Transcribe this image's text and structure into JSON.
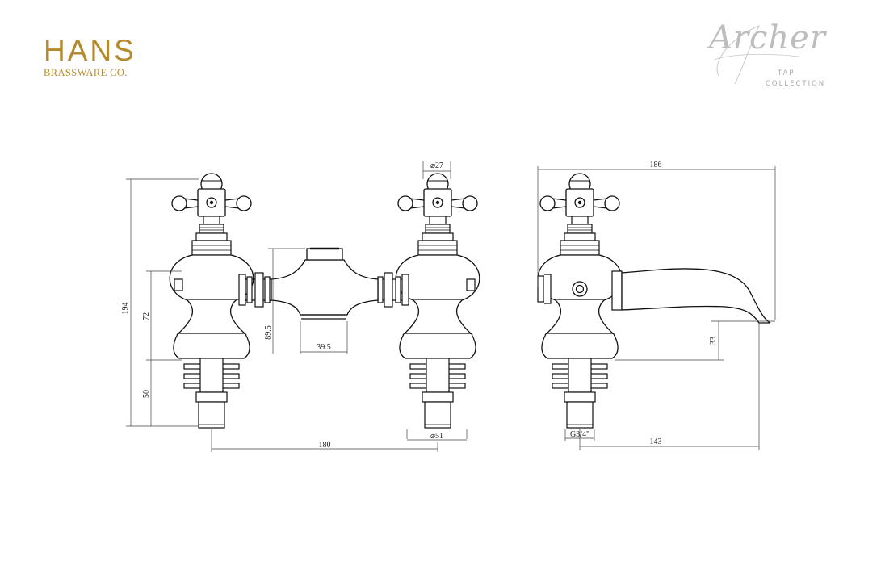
{
  "brand": {
    "name": "HANS",
    "subtitle": "BRASSWARE CO.",
    "color": "#b58a2c"
  },
  "collection": {
    "script_name": "Archer",
    "line1": "TAP",
    "line2": "COLLECTION"
  },
  "dimensions": {
    "d194": "194",
    "d72": "72",
    "d50": "50",
    "d89_5": "89.5",
    "d39_5": "39.5",
    "d180": "180",
    "d27": "⌀27",
    "d51": "⌀51",
    "d186": "186",
    "d33": "33",
    "d143": "143",
    "g34": "G3/4\""
  }
}
